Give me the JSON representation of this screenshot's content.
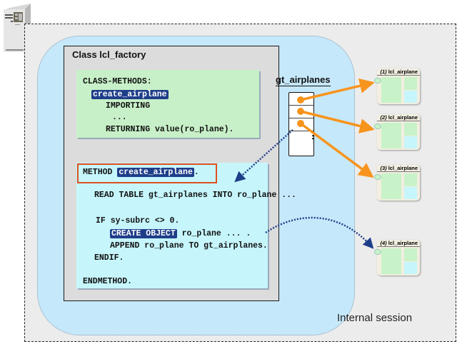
{
  "session": {
    "label": "Internal session"
  },
  "class_box": {
    "title": "Class lcl_factory"
  },
  "definition": {
    "lines": [
      "CLASS-METHODS:",
      "create_airplane",
      "IMPORTING",
      "...",
      "RETURNING value(ro_plane)."
    ]
  },
  "implementation": {
    "method_keyword": "METHOD",
    "method_name": "create_airplane",
    "method_end": ".",
    "read_line": "READ TABLE gt_airplanes INTO ro_plane ...",
    "if_line": "IF sy-subrc <> 0.",
    "create_keyword": "CREATE OBJECT",
    "create_rest": " ro_plane ... .",
    "append_line": "APPEND ro_plane TO gt_airplanes.",
    "endif_line": "ENDIF.",
    "endmethod_line": "ENDMETHOD."
  },
  "table": {
    "label": "gt_airplanes",
    "continuation": "⋮"
  },
  "objects": [
    {
      "num": "(1)",
      "name": "lcl_airplane"
    },
    {
      "num": "(2)",
      "name": "lcl_airplane"
    },
    {
      "num": "(3)",
      "name": "lcl_airplane"
    },
    {
      "num": "(4)",
      "name": "lcl_airplane"
    }
  ],
  "colors": {
    "reference_arrow": "#f7941d",
    "dotted_arrow": "#1f3e8a",
    "method_frame": "#e0501e",
    "highlight": "#1f3e8a"
  }
}
